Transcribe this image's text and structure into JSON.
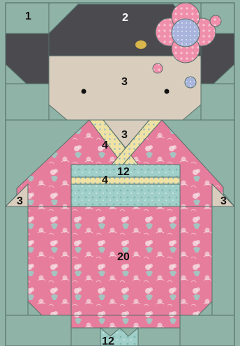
{
  "colors": {
    "background": "#8fb3a7",
    "seam": "#55706a",
    "hair": "#4a4a4f",
    "skin": "#d9cdbd",
    "kimono_pink": "#e77d9c",
    "print_cream": "#f6e7e9",
    "print_teal": "#9ad0c8",
    "obi_teal": "#9fcfc8",
    "obi_yellow": "#f4e7a2",
    "collar_yellow": "#efe2a4",
    "flower_pink": "#f08fab",
    "flower_blue": "#a8b4dc",
    "bead_gold": "#d9b64a",
    "text_white": "#ffffff",
    "text_dark": "#111111"
  },
  "labels": {
    "corner": "1",
    "hair": "2",
    "face": "3",
    "neck": "3",
    "collar_left": "4",
    "obi_band": "12",
    "obi_stripe": "4",
    "sleeve_left": "3",
    "sleeve_right": "3",
    "body": "20",
    "bottom": "12"
  },
  "icons": {
    "hair_flower": "flower-icon",
    "beads": "bead-icon",
    "eyes": "eye-icon"
  }
}
